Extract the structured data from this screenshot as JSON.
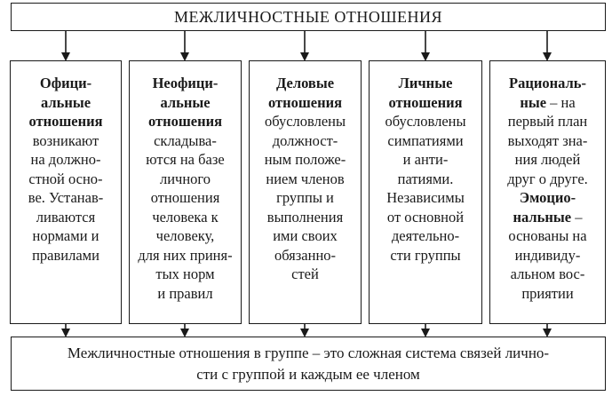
{
  "title": "МЕЖЛИЧНОСТНЫЕ ОТНОШЕНИЯ",
  "columns": [
    {
      "lines": [
        {
          "text": "Офици-",
          "bold": true
        },
        {
          "text": "альные",
          "bold": true
        },
        {
          "text": "отношения",
          "bold": true
        },
        {
          "text": "возникают",
          "bold": false
        },
        {
          "text": "на должно-",
          "bold": false
        },
        {
          "text": "стной осно-",
          "bold": false
        },
        {
          "text": "ве. Устанав-",
          "bold": false
        },
        {
          "text": "ливаются",
          "bold": false
        },
        {
          "text": "нормами и",
          "bold": false
        },
        {
          "text": "правилами",
          "bold": false
        }
      ]
    },
    {
      "lines": [
        {
          "text": "Неофици-",
          "bold": true
        },
        {
          "text": "альные",
          "bold": true
        },
        {
          "text": "отношения",
          "bold": true
        },
        {
          "text": "складыва-",
          "bold": false
        },
        {
          "text": "ются на базе",
          "bold": false
        },
        {
          "text": "личного",
          "bold": false
        },
        {
          "text": "отношения",
          "bold": false
        },
        {
          "text": "человека к",
          "bold": false
        },
        {
          "text": "человеку,",
          "bold": false
        },
        {
          "text": "для них приня-",
          "bold": false
        },
        {
          "text": "тых норм",
          "bold": false
        },
        {
          "text": "и правил",
          "bold": false
        }
      ]
    },
    {
      "lines": [
        {
          "text": "Деловые",
          "bold": true
        },
        {
          "text": "отношения",
          "bold": true
        },
        {
          "text": "обусловлены",
          "bold": false
        },
        {
          "text": "должност-",
          "bold": false
        },
        {
          "text": "ным положе-",
          "bold": false
        },
        {
          "text": "нием членов",
          "bold": false
        },
        {
          "text": "группы и",
          "bold": false
        },
        {
          "text": "выполнения",
          "bold": false
        },
        {
          "text": "ими своих",
          "bold": false
        },
        {
          "text": "обязанно-",
          "bold": false
        },
        {
          "text": "стей",
          "bold": false
        }
      ]
    },
    {
      "lines": [
        {
          "text": "Личные",
          "bold": true
        },
        {
          "text": "отношения",
          "bold": true
        },
        {
          "text": "обусловлены",
          "bold": false
        },
        {
          "text": "симпатиями",
          "bold": false
        },
        {
          "text": "и анти-",
          "bold": false
        },
        {
          "text": "патиями.",
          "bold": false
        },
        {
          "text": "Независимы",
          "bold": false
        },
        {
          "text": "от основной",
          "bold": false
        },
        {
          "text": "деятельно-",
          "bold": false
        },
        {
          "text": "сти группы",
          "bold": false
        }
      ]
    },
    {
      "lines": [
        {
          "text": "Рациональ-",
          "bold": true
        },
        {
          "segments": [
            {
              "text": "ные",
              "bold": true
            },
            {
              "text": " – на",
              "bold": false
            }
          ]
        },
        {
          "text": "первый план",
          "bold": false
        },
        {
          "text": "выходят зна-",
          "bold": false
        },
        {
          "text": "ния людей",
          "bold": false
        },
        {
          "text": "друг о друге.",
          "bold": false
        },
        {
          "text": "Эмоцио-",
          "bold": true
        },
        {
          "segments": [
            {
              "text": "нальные",
              "bold": true
            },
            {
              "text": " –",
              "bold": false
            }
          ]
        },
        {
          "text": "основаны на",
          "bold": false
        },
        {
          "text": "индивиду-",
          "bold": false
        },
        {
          "text": "альном вос-",
          "bold": false
        },
        {
          "text": "приятии",
          "bold": false
        }
      ]
    }
  ],
  "footer": {
    "line1": "Межличностные отношения в группе – это сложная система связей лично-",
    "line2": "сти с группой и каждым ее членом"
  }
}
